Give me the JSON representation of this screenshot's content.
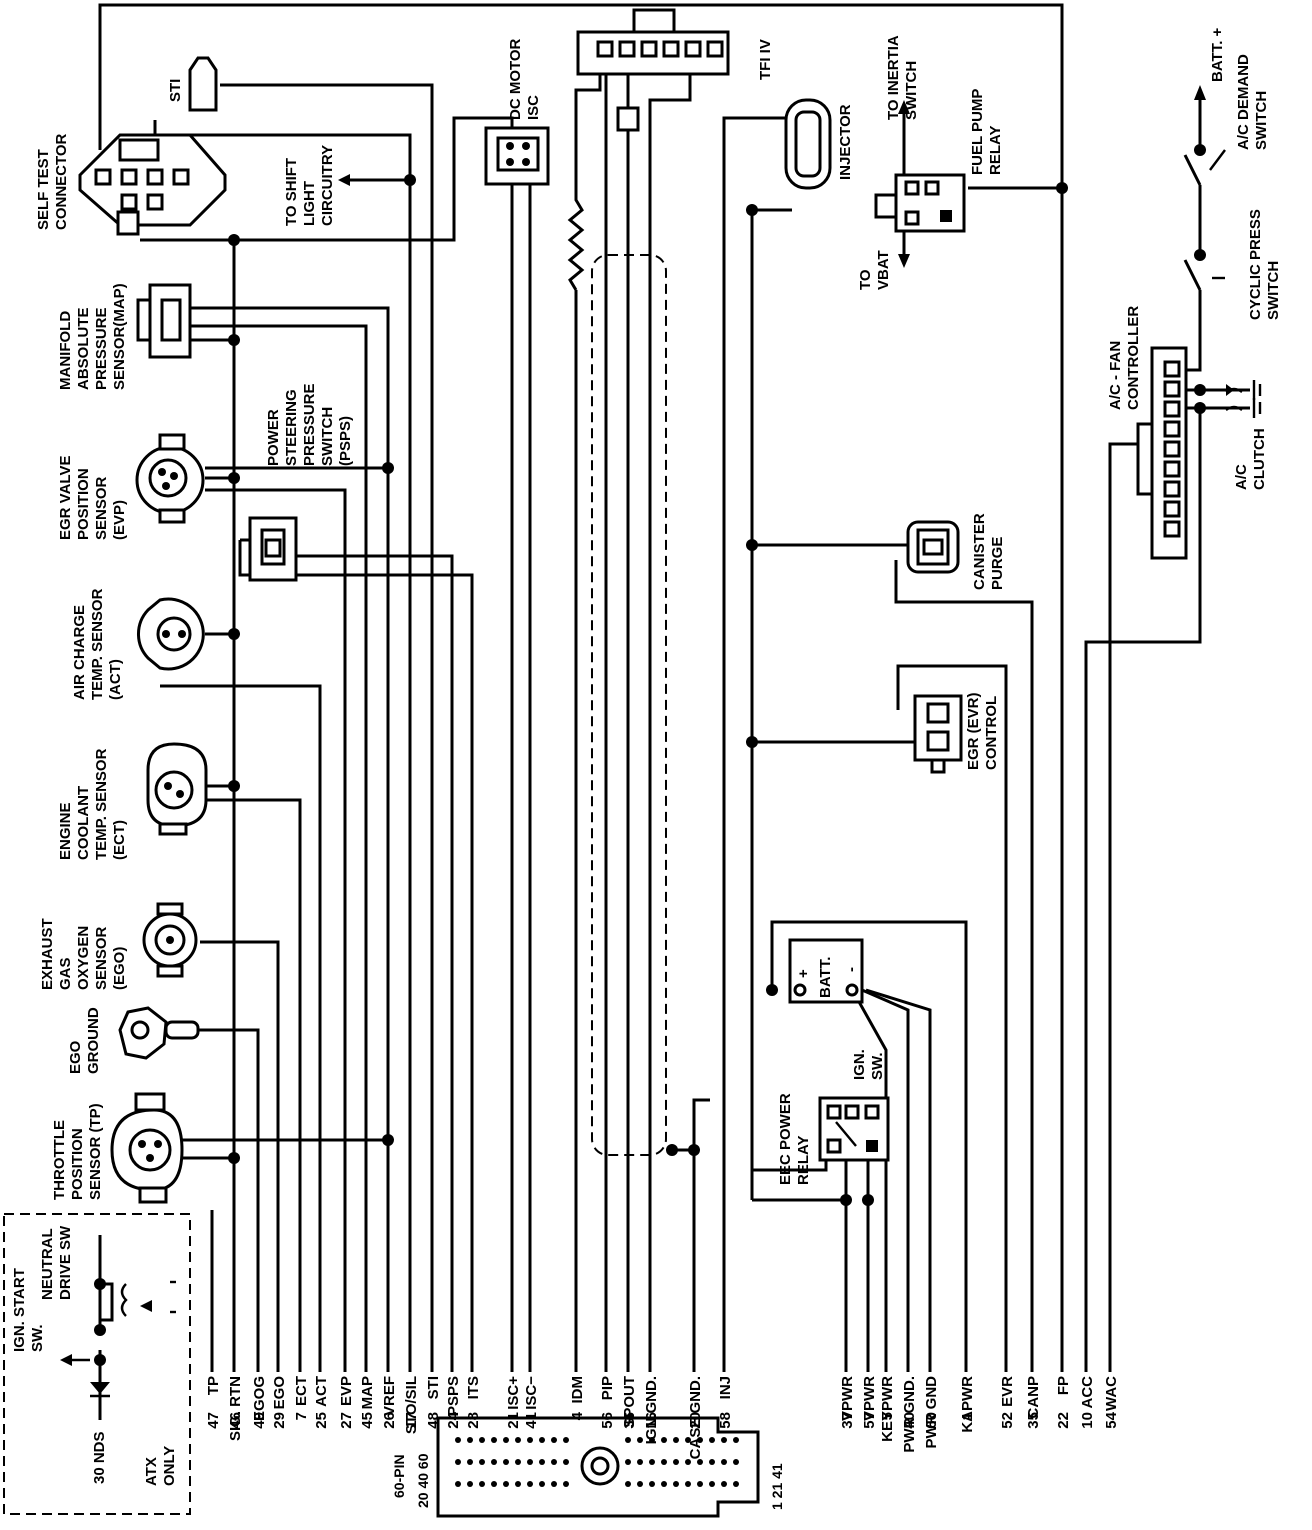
{
  "diagram": {
    "description_labels": {
      "self_test": [
        "SELF TEST",
        "CONNECTOR"
      ],
      "sti": "STI",
      "shift_light": [
        "TO SHIFT",
        "LIGHT",
        "CIRCUITRY"
      ],
      "map": [
        "MANIFOLD",
        "ABSOLUTE",
        "PRESSURE",
        "SENSOR(MAP)"
      ],
      "psps": [
        "POWER",
        "STEERING",
        "PRESSURE",
        "SWITCH",
        "(PSPS)"
      ],
      "evp": [
        "EGR VALVE",
        "POSITION",
        "SENSOR",
        "(EVP)"
      ],
      "act": [
        "AIR CHARGE",
        "TEMP. SENSOR",
        "(ACT)"
      ],
      "ect": [
        "ENGINE",
        "COOLANT",
        "TEMP. SENSOR",
        "(ECT)"
      ],
      "ego": [
        "EXHAUST",
        "GAS",
        "OXYGEN",
        "SENSOR",
        "(EGO)"
      ],
      "ego_ground": [
        "EGO",
        "GROUND"
      ],
      "tps": [
        "THROTTLE",
        "POSITION",
        "SENSOR (TP)"
      ],
      "dc_motor": [
        "DC MOTOR",
        "ISC"
      ],
      "tfi": "TFI IV",
      "injector": "INJECTOR",
      "inertia": [
        "TO INERTIA",
        "SWITCH"
      ],
      "fuel_pump": [
        "FUEL PUMP",
        "RELAY"
      ],
      "to_vbat": [
        "TO",
        "VBAT"
      ],
      "batt_plus": "BATT. +",
      "ac_demand": [
        "A/C DEMAND",
        "SWITCH"
      ],
      "cyclic": [
        "CYCLIC PRESS",
        "SWITCH"
      ],
      "ac_fan": [
        "A/C - FAN",
        "CONTROLLER"
      ],
      "ac_clutch": [
        "A/C",
        "CLUTCH"
      ],
      "canister": [
        "CANISTER",
        "PURGE"
      ],
      "egr_control": [
        "EGR (EVR)",
        "CONTROL"
      ],
      "batt": "BATT.",
      "plus": "+",
      "minus": "-",
      "ign_sw": [
        "IGN.",
        "SW."
      ],
      "eec_relay": [
        "EEC POWER",
        "RELAY"
      ],
      "ign_start": [
        "IGN. START",
        "SW."
      ],
      "neutral": [
        "NEUTRAL",
        "DRIVE SW"
      ],
      "mds": "30 NDS",
      "atx": [
        "ATX",
        "ONLY"
      ],
      "pin60": "60-PIN",
      "pins_left": "20 40 60",
      "pins_right": "1 21 41"
    },
    "pins": [
      {
        "num": "47",
        "name": "TP"
      },
      {
        "num": "46",
        "name": "SIG. RTN"
      },
      {
        "num": "49",
        "name": "EGOG"
      },
      {
        "num": "29",
        "name": "EGO"
      },
      {
        "num": "7",
        "name": "ECT"
      },
      {
        "num": "25",
        "name": "ACT"
      },
      {
        "num": "27",
        "name": "EVP"
      },
      {
        "num": "45",
        "name": "MAP"
      },
      {
        "num": "26",
        "name": "VREF"
      },
      {
        "num": "17",
        "name": "STO/SIL"
      },
      {
        "num": "48",
        "name": "STI"
      },
      {
        "num": "24",
        "name": "PSPS"
      },
      {
        "num": "28",
        "name": "ITS"
      },
      {
        "num": "21",
        "name": "ISC+"
      },
      {
        "num": "41",
        "name": "ISC−"
      },
      {
        "num": "4",
        "name": "IDM"
      },
      {
        "num": "56",
        "name": "PIP"
      },
      {
        "num": "36",
        "name": "SPOUT"
      },
      {
        "num": "16",
        "name": "IGN.GND."
      },
      {
        "num": "20",
        "name": "CASE GND."
      },
      {
        "num": "58",
        "name": "INJ"
      },
      {
        "num": "37",
        "name": "VPWR"
      },
      {
        "num": "57",
        "name": "VPWR"
      },
      {
        "num": "5",
        "name": "KEYPWR"
      },
      {
        "num": "40",
        "name": "PWR GND."
      },
      {
        "num": "60",
        "name": "PWR GND"
      },
      {
        "num": "1",
        "name": "KAPWR"
      },
      {
        "num": "52",
        "name": "EVR"
      },
      {
        "num": "35",
        "name": "CANP"
      },
      {
        "num": "22",
        "name": "FP"
      },
      {
        "num": "10",
        "name": "ACC"
      },
      {
        "num": "54",
        "name": "WAC"
      }
    ]
  }
}
